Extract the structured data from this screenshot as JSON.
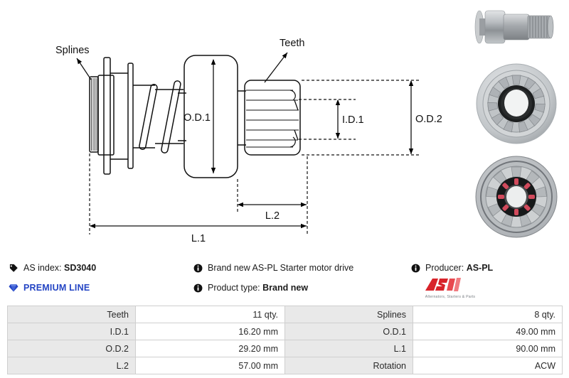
{
  "drawing": {
    "labels": {
      "splines": "Splines",
      "teeth": "Teeth",
      "od1": "O.D.1",
      "od2": "O.D.2",
      "id1": "I.D.1",
      "l1": "L.1",
      "l2": "L.2"
    }
  },
  "photos": [
    {
      "name": "starter-drive-side-view"
    },
    {
      "name": "starter-drive-front-view"
    },
    {
      "name": "starter-drive-rear-view"
    }
  ],
  "info": {
    "as_index_label": "AS index:",
    "as_index_value": "SD3040",
    "premium_line": "PREMIUM LINE",
    "description": "Brand new AS-PL Starter motor drive",
    "product_type_label": "Product type:",
    "product_type_value": "Brand new",
    "producer_label": "Producer:",
    "producer_value": "AS-PL",
    "logo_text": "AS",
    "logo_tagline": "Alternators, Starters & Parts",
    "accent_blue": "#2445c4",
    "accent_red": "#d8232a"
  },
  "spec_table": {
    "rows": [
      {
        "k1": "Teeth",
        "v1": "11 qty.",
        "k2": "Splines",
        "v2": "8 qty."
      },
      {
        "k1": "I.D.1",
        "v1": "16.20 mm",
        "k2": "O.D.1",
        "v2": "49.00 mm"
      },
      {
        "k1": "O.D.2",
        "v1": "29.20 mm",
        "k2": "L.1",
        "v2": "90.00 mm"
      },
      {
        "k1": "L.2",
        "v1": "57.00 mm",
        "k2": "Rotation",
        "v2": "ACW"
      }
    ]
  }
}
